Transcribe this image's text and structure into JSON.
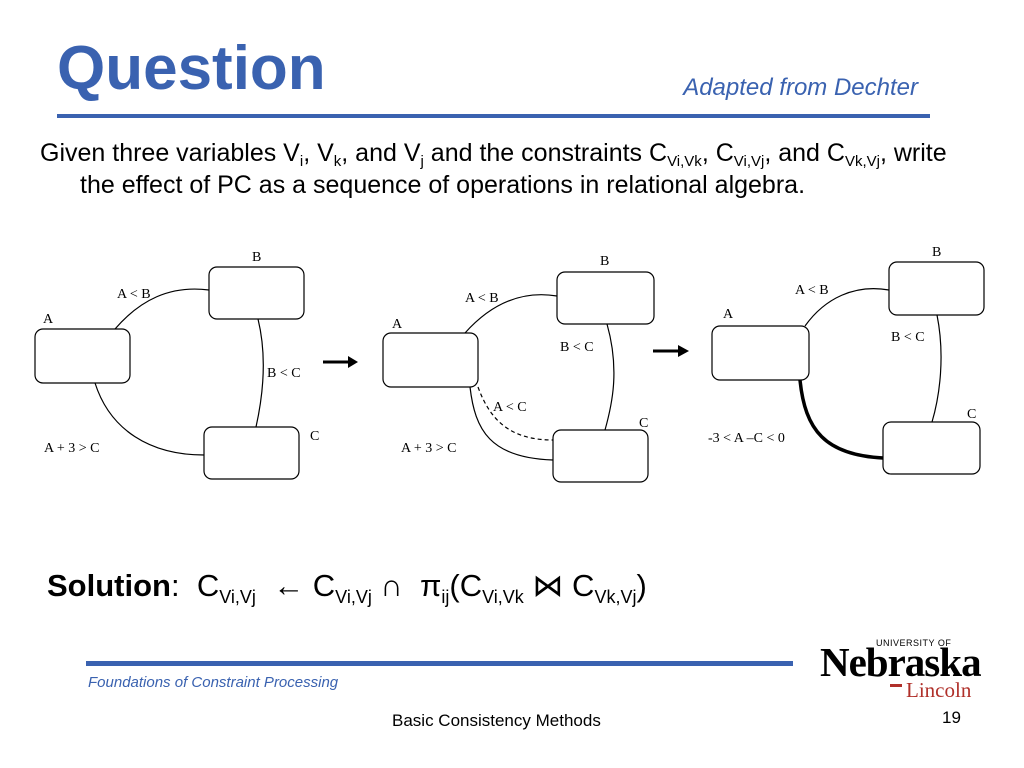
{
  "header": {
    "title": "Question",
    "attribution": "Adapted from Dechter"
  },
  "question": {
    "p1": "Given three variables V",
    "s1": "i",
    "p2": ", V",
    "s2": "k",
    "p3": ", and V",
    "s3": "j",
    "p4": " and the constraints C",
    "s4": "Vi,Vk",
    "p5": ", C",
    "s5": "Vi,Vj",
    "p6": ", and C",
    "s6": "Vk,Vj",
    "p7": ", write the effect of PC as a sequence of operations in relational algebra."
  },
  "diagrams": [
    {
      "nodes": {
        "a": "A",
        "b": "B",
        "c": "C"
      },
      "edges": {
        "ab": "A < B",
        "bc": "B < C",
        "ac": "A + 3 > C"
      }
    },
    {
      "nodes": {
        "a": "A",
        "b": "B",
        "c": "C"
      },
      "edges": {
        "ab": "A < B",
        "bc": "B < C",
        "ac_new": "A < C",
        "ac": "A + 3 >  C"
      }
    },
    {
      "nodes": {
        "a": "A",
        "b": "B",
        "c": "C"
      },
      "edges": {
        "ab": "A < B",
        "bc": "B < C",
        "ac": "-3 < A –C < 0"
      }
    }
  ],
  "solution": {
    "label": "Solution",
    "colon": ":",
    "c1": "C",
    "s1": "Vi,Vj",
    "arrow": "←",
    "c2": "C",
    "s2": "Vi,Vj",
    "intersect": "∩",
    "pi": "π",
    "s_pi": "ij",
    "open": "(C",
    "s3": "Vi,Vk",
    "join": "⋈",
    "c4": "C",
    "s4": "Vk,Vj",
    "close": ")"
  },
  "footer": {
    "course": "Foundations of Constraint Processing",
    "center": "Basic Consistency Methods",
    "page": "19"
  },
  "logo": {
    "university": "UNIVERSITY OF",
    "name": "Nebraska",
    "campus": "Lincoln"
  },
  "colors": {
    "accent": "#3a62b0",
    "logo_red": "#b0302a"
  }
}
